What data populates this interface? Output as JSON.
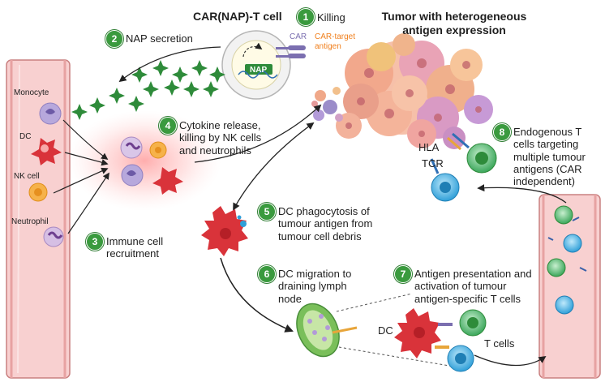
{
  "header": {
    "car_t_title": "CAR(NAP)-T cell",
    "tumor_title": "Tumor with heterogeneous antigen expression"
  },
  "steps": [
    {
      "num": "1",
      "label": "Killing"
    },
    {
      "num": "2",
      "label": "NAP secretion"
    },
    {
      "num": "3",
      "label": "Immune cell recruitment"
    },
    {
      "num": "4",
      "label": "Cytokine release, killing by NK cells and neutrophils"
    },
    {
      "num": "5",
      "label": "DC phagocytosis of tumour antigen from tumour cell debris"
    },
    {
      "num": "6",
      "label": "DC migration to draining lymph node"
    },
    {
      "num": "7",
      "label": "Antigen presentation and activation of tumour antigen-specific T cells"
    },
    {
      "num": "8",
      "label": "Endogenous T cells targeting multiple tumour antigens (CAR independent)"
    }
  ],
  "labels": {
    "car": "CAR",
    "car_target": "CAR-target antigen",
    "nap_gene": "NAP",
    "monocyte": "Monocyte",
    "dc": "DC",
    "nk_cell": "NK cell",
    "neutrophil": "Neutrophil",
    "hla": "HLA",
    "tcr": "TCR",
    "dc_node": "DC",
    "t_cells": "T cells"
  },
  "colors": {
    "step_badge": "#3a9a3e",
    "vessel": "#f6c9c9",
    "car_accent": "#f07f1c",
    "nap_green": "#2e8b3a",
    "dc_red": "#d9333a",
    "t_green": "#3aa65a",
    "t_blue": "#2f9fd8"
  }
}
